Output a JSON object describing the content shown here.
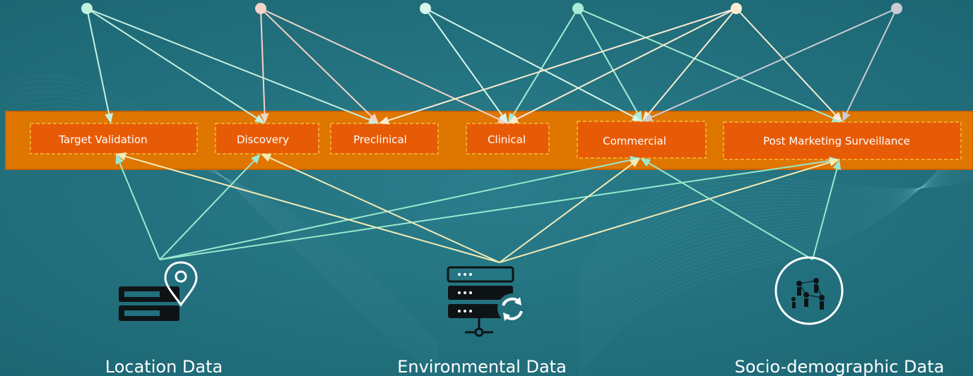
{
  "colors": {
    "background": "#22707e",
    "band": "#df7600",
    "band_border": "#c96300",
    "box_fill": "#e85b06",
    "box_border": "#f4bc3c",
    "text": "#ffffff",
    "arrow_teal": "#9ae8cf",
    "arrow_cream": "#f3ecb5"
  },
  "stages": [
    {
      "id": "target",
      "label": "Target Validation"
    },
    {
      "id": "discovery",
      "label": "Discovery"
    },
    {
      "id": "preclinical",
      "label": "Preclinical"
    },
    {
      "id": "clinical",
      "label": "Clinical"
    },
    {
      "id": "commercial",
      "label": "Commercial"
    },
    {
      "id": "pms",
      "label": "Post Marketing Surveillance"
    }
  ],
  "top_nodes": [
    {
      "id": "n1",
      "color": "#c3f1e0",
      "targets": [
        "target",
        "discovery",
        "preclinical"
      ]
    },
    {
      "id": "n2",
      "color": "#f6d3c7",
      "targets": [
        "discovery",
        "preclinical",
        "clinical"
      ]
    },
    {
      "id": "n3",
      "color": "#d6f6ec",
      "targets": [
        "clinical",
        "commercial"
      ]
    },
    {
      "id": "n4",
      "color": "#a8ecd5",
      "targets": [
        "clinical",
        "commercial",
        "pms"
      ]
    },
    {
      "id": "n5",
      "color": "#fbecd3",
      "targets": [
        "preclinical",
        "clinical",
        "commercial",
        "pms"
      ]
    },
    {
      "id": "n6",
      "color": "#c9ccd4",
      "targets": [
        "commercial",
        "pms"
      ]
    }
  ],
  "sources": [
    {
      "id": "location",
      "label": "Location Data",
      "icon": "server-location-icon",
      "arrow_color": "#9ae8cf",
      "targets": [
        "target",
        "discovery",
        "commercial",
        "pms"
      ]
    },
    {
      "id": "environmental",
      "label": "Environmental Data",
      "icon": "server-recycle-icon",
      "arrow_color": "#f3ecb5",
      "targets": [
        "target",
        "discovery",
        "commercial",
        "pms"
      ]
    },
    {
      "id": "socio",
      "label": "Socio-demographic Data",
      "icon": "people-network-icon",
      "arrow_color": "#9ae8cf",
      "targets": [
        "pms",
        "commercial"
      ]
    }
  ]
}
